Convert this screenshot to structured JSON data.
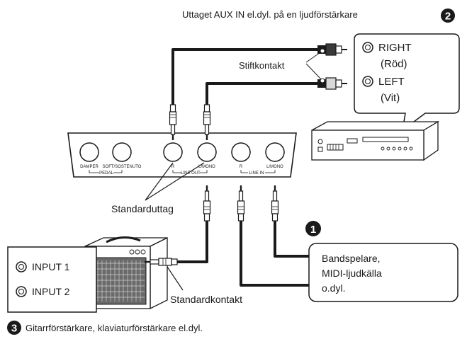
{
  "top_caption": "Uttaget AUX IN el.dyl. på en ljudförstärkare",
  "bottom_caption": "Gitarrförstärkare, klaviaturförstärkare el.dyl.",
  "callout_aux": {
    "right_label": "RIGHT",
    "right_color": "(Röd)",
    "left_label": "LEFT",
    "left_color": "(Vit)"
  },
  "callout_input": {
    "input1": "INPUT 1",
    "input2": "INPUT 2"
  },
  "callout_source": {
    "line1": "Bandspelare,",
    "line2": "MIDI-ljudkälla",
    "line3": "o.dyl."
  },
  "labels": {
    "pin_plug": "Stiftkontakt",
    "std_jack": "Standarduttag",
    "std_plug": "Standardkontakt"
  },
  "badges": {
    "one": "1",
    "two": "2",
    "three": "3"
  },
  "panel": {
    "damper": "DAMPER",
    "soft": "SOFT/SOSTENUTO",
    "pedal": "PEDAL",
    "lo_r": "R",
    "lo_l": "L/MONO",
    "line_out": "LINE OUT",
    "li_r": "R",
    "li_l": "L/MONO",
    "line_in": "LINE IN"
  },
  "colors": {
    "cable": "#1a1a1a",
    "badge": "#1a1a1a",
    "rca_white": "#d8d8d8",
    "bg": "#ffffff"
  }
}
